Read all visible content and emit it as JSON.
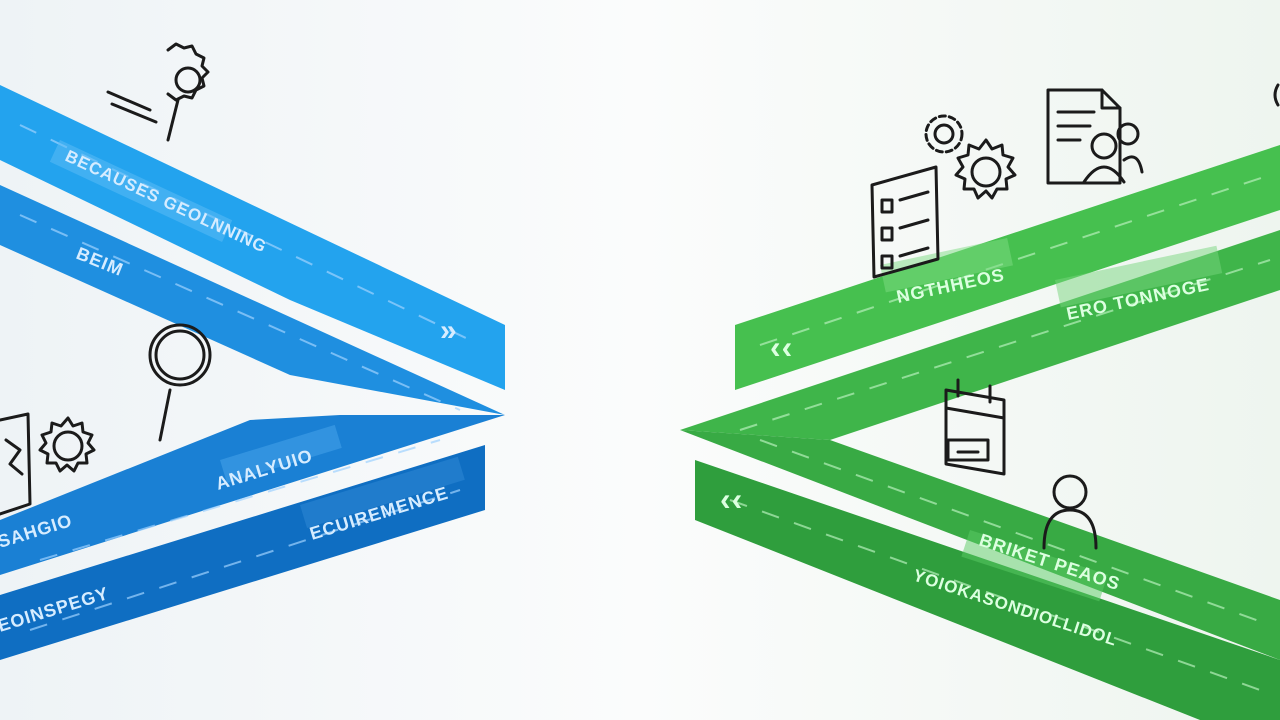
{
  "palette": {
    "background": "#f6f7f8",
    "blue": "#1f8fe0",
    "blue_dark": "#0f6ec2",
    "green": "#3fb54a",
    "green_dark": "#2f9e3d"
  },
  "left_ribbons": {
    "labels": [
      "BECAUSES GEOLNNING",
      "BEIM",
      "ANALYUIO",
      "ECUIREMENCE",
      "SAHGIO",
      "EOINSPEGY"
    ],
    "arrow": "»"
  },
  "right_ribbons": {
    "labels": [
      "NGTHHEOS",
      "ERO TONNOGE",
      "BRIKET PEAOS",
      "YOIOKASONDIOLLIDOL"
    ],
    "arrows": [
      "‹‹",
      "‹‹"
    ]
  },
  "icons": [
    "magnifier-gear-icon",
    "magnifier-icon",
    "gear-icon",
    "document-icon",
    "checklist-icon",
    "gear-icon",
    "document-users-icon",
    "calendar-icon",
    "user-icon"
  ]
}
